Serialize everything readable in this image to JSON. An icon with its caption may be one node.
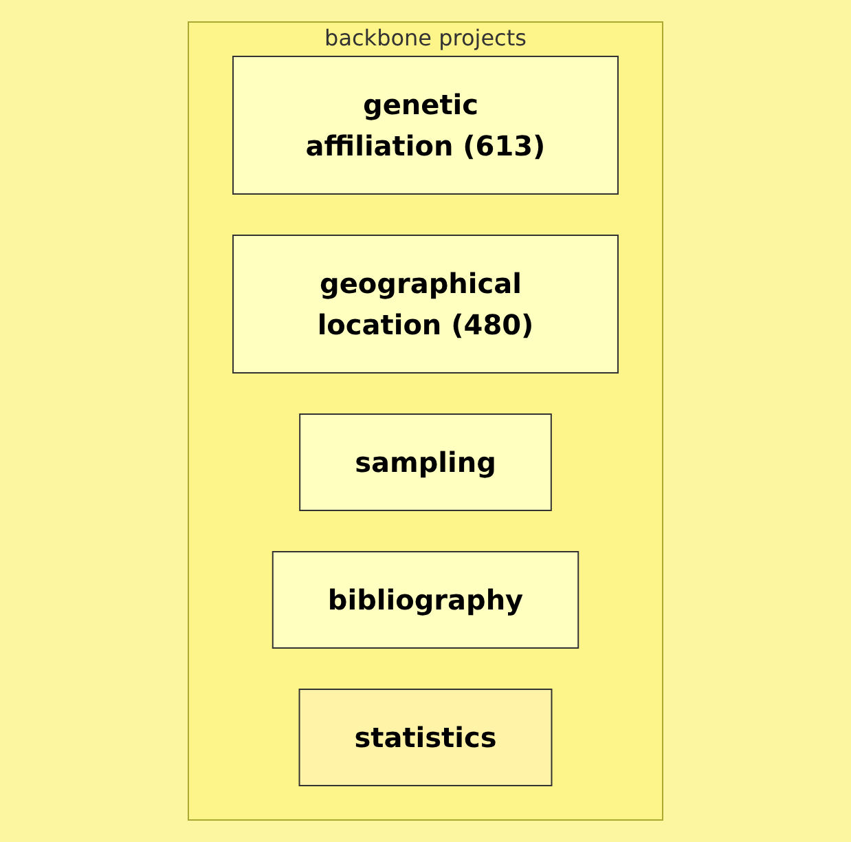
{
  "diagram": {
    "nodes": [
      {
        "text": [
          "backbone projects"
        ]
      },
      {
        "text": [
          "genetic affiliation (613)"
        ],
        "in": 0
      },
      {
        "text": [
          "geographical location (480)"
        ],
        "in": 0
      },
      {
        "text": [
          "sampling"
        ],
        "in": 0
      },
      {
        "text": [
          "bibliography"
        ],
        "in": 0
      },
      {
        "text": [
          "statistics"
        ],
        "in": 0
      }
    ],
    "edges": []
  }
}
